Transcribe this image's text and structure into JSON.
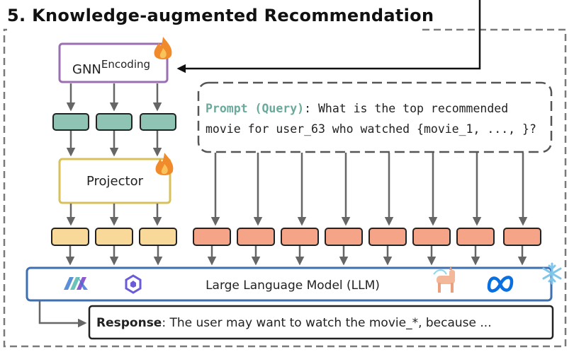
{
  "section": {
    "number": "5.",
    "title": "Knowledge-augmented Recommendation"
  },
  "gnn": {
    "label": "GNN",
    "superscript": "Encoding",
    "badge": "fire-icon"
  },
  "projector": {
    "label": "Projector",
    "badge": "fire-icon"
  },
  "prompt": {
    "label": "Prompt (Query)",
    "text_line1": ": What is the top recommended",
    "text_line2": "movie for user_63 who watched {movie_1, ..., }?"
  },
  "llm": {
    "label": "Large Language Model (LLM)",
    "badge": "snowflake-icon",
    "logos": [
      "jax-logo-icon",
      "qwen-logo-icon",
      "llama-logo-icon",
      "meta-logo-icon"
    ]
  },
  "response": {
    "label": "Response",
    "text": ": The user may want to watch the movie_*, because ..."
  },
  "colors": {
    "gnn_border": "#9b6fb0",
    "projector_border": "#d8c15a",
    "embedding_teal": "#8fc3b4",
    "token_yellow": "#f9d99a",
    "token_salmon": "#f5a488",
    "prompt_label": "#6aaa9a",
    "llm_border": "#3e6fb0",
    "arrow": "#666666"
  }
}
